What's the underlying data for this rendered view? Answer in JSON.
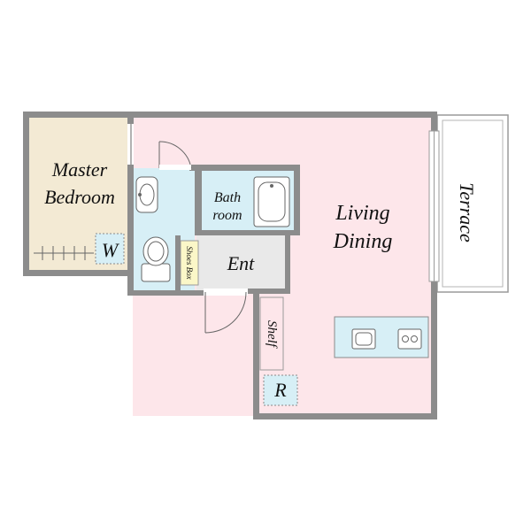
{
  "colors": {
    "living": "#fde6ea",
    "bedroom": "#f3ead4",
    "wet": "#d7eff6",
    "entrance": "#e9e9e9",
    "shoe_box": "#fbf7c8",
    "wall": "#8c8c8c",
    "terrace": "#ffffff"
  },
  "rooms": {
    "master_bedroom": [
      "Master",
      "Bedroom"
    ],
    "walk_in_closet": "W",
    "bathroom": [
      "Bath",
      "room"
    ],
    "living_dining": [
      "Living",
      "Dining"
    ],
    "entrance": "Ent",
    "shoes_box": "Shoes Box",
    "shelf": "Shelf",
    "refrigerator": "R",
    "terrace": "Terrace"
  },
  "fixtures": [
    "washbasin-icon",
    "toilet-icon",
    "bathtub-icon",
    "sink-icon",
    "stove-icon"
  ]
}
